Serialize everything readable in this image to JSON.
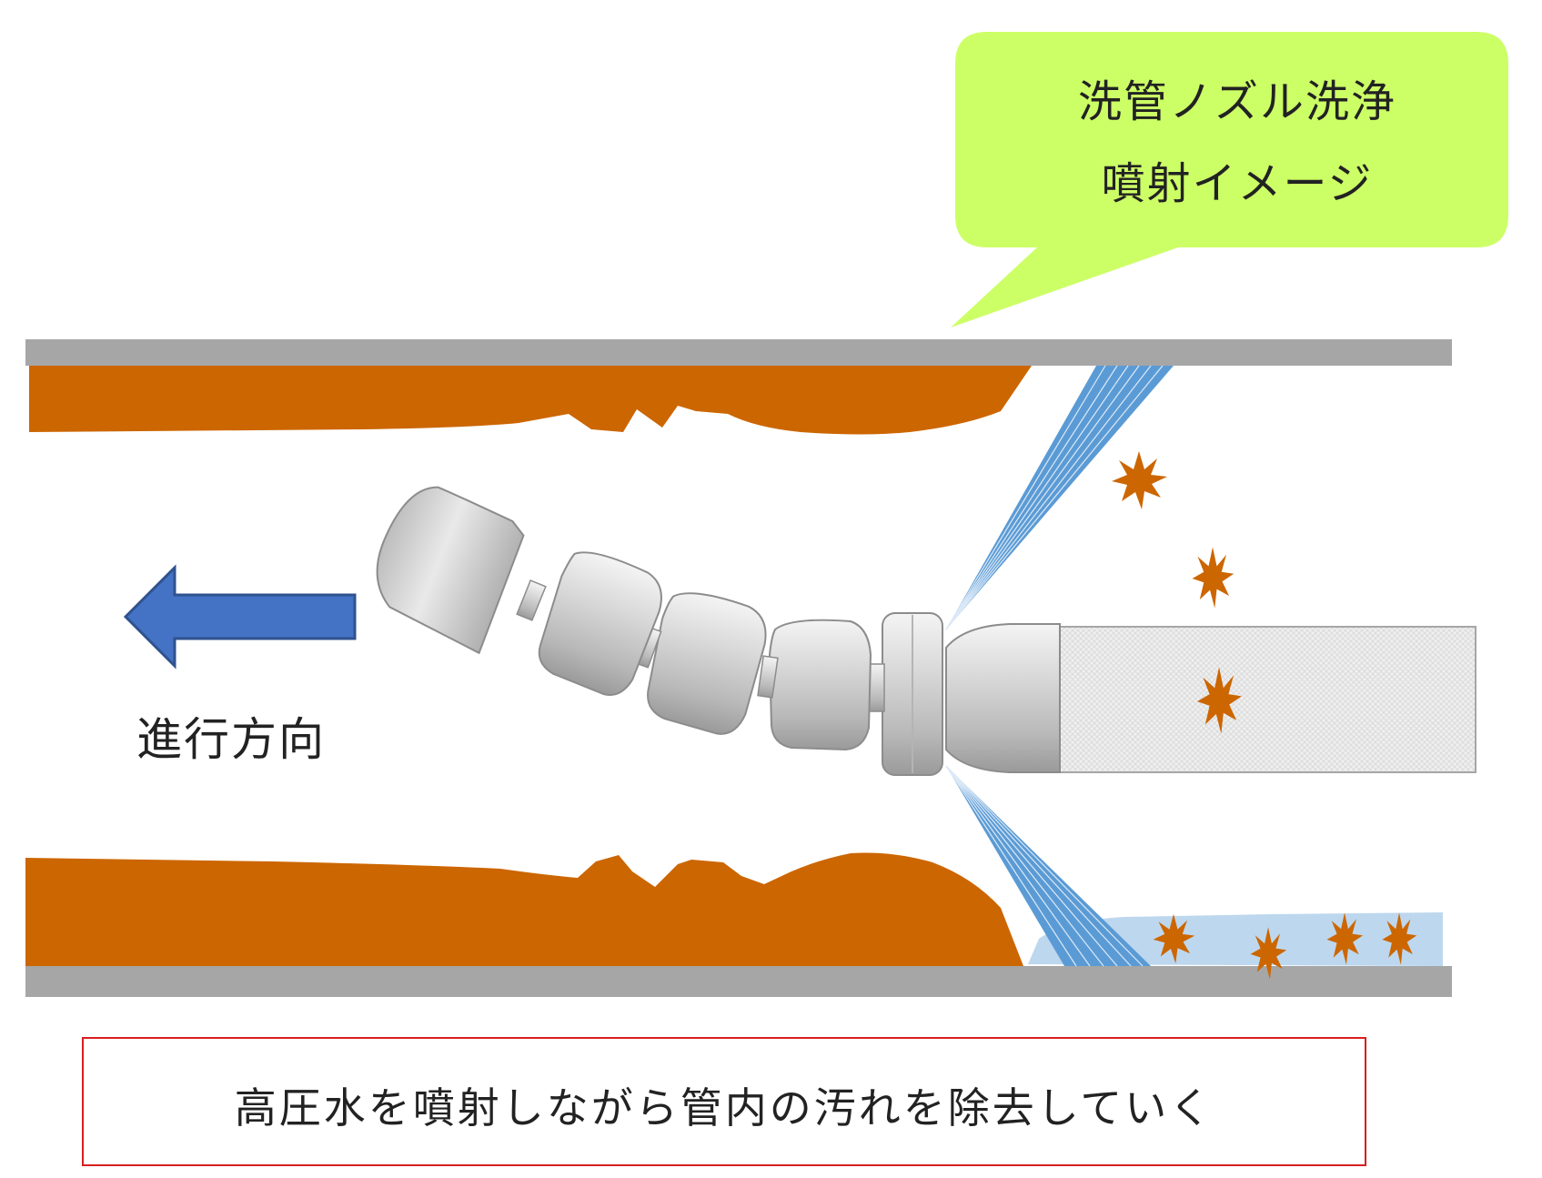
{
  "callout": {
    "line1": "洗管ノズル洗浄",
    "line2": "噴射イメージ",
    "fill": "#ccff66"
  },
  "direction_label": "進行方向",
  "caption": "高圧水を噴射しながら管内の汚れを除去していく",
  "colors": {
    "pipe_wall": "#a6a6a6",
    "deposit": "#cc6600",
    "water_jet": "#5b9bd5",
    "water_pool": "#bdd7ee",
    "arrow": "#4472c4",
    "caption_border": "#d81e1e",
    "hose": "#ececec"
  },
  "icons": {
    "direction_arrow": "left-arrow-icon",
    "debris": "burst-icon"
  }
}
